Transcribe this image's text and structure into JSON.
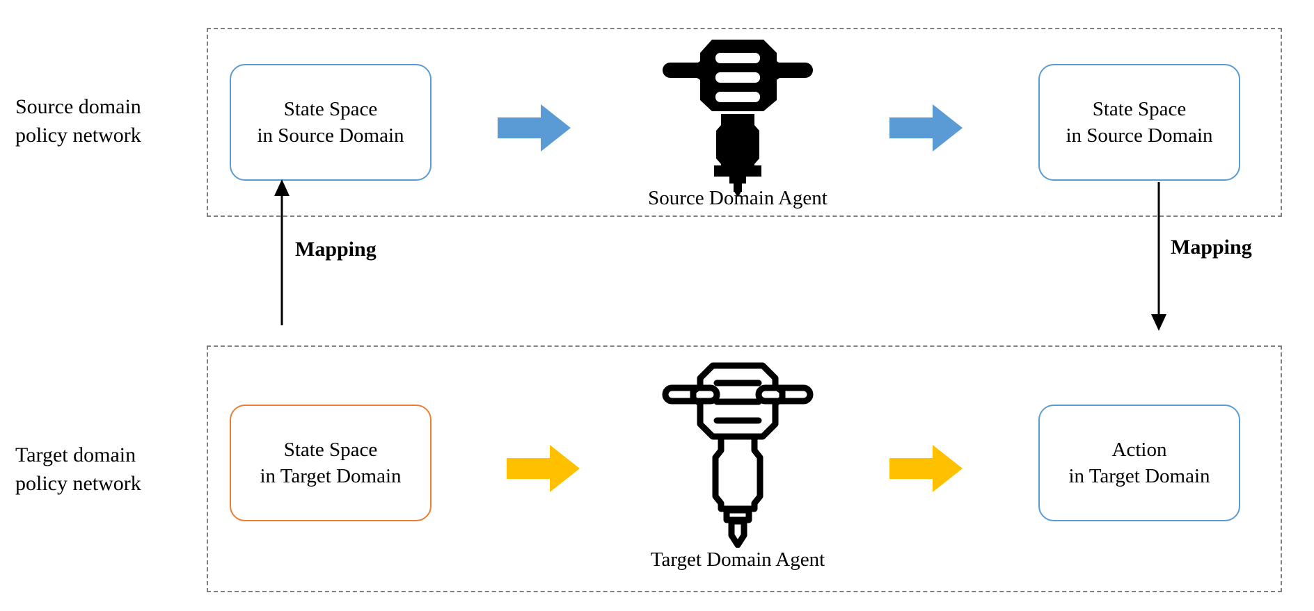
{
  "diagram": {
    "title": "Cross-domain policy network mapping",
    "colors": {
      "node_border_blue": "#5B9BD5",
      "node_border_orange": "#ED7D31",
      "flow_arrow_source": "#5B9BD5",
      "flow_arrow_target": "#FFC000",
      "container_border": "#808080",
      "connector": "#000000",
      "agent_icon": "#000000",
      "background": "#FFFFFF",
      "text": "#000000"
    },
    "rows": {
      "source": {
        "side_label": "Source domain\npolicy network",
        "nodes": {
          "state_in": "State Space\nin Source Domain",
          "state_out": "State Space\nin Source Domain"
        },
        "agent_caption": "Source Domain Agent",
        "agent_icon": "jackhammer-filled-icon",
        "flow_arrow_icon": "right-arrow-icon"
      },
      "target": {
        "side_label": "Target domain\npolicy network",
        "nodes": {
          "state_in": "State Space\nin Target Domain",
          "action_out": "Action\nin Target Domain"
        },
        "agent_caption": "Target Domain Agent",
        "agent_icon": "jackhammer-outline-icon",
        "flow_arrow_icon": "right-arrow-icon"
      }
    },
    "mappings": {
      "left": {
        "label": "Mapping",
        "direction": "up",
        "icon": "arrow-up-icon"
      },
      "right": {
        "label": "Mapping",
        "direction": "down",
        "icon": "arrow-down-icon"
      }
    }
  }
}
